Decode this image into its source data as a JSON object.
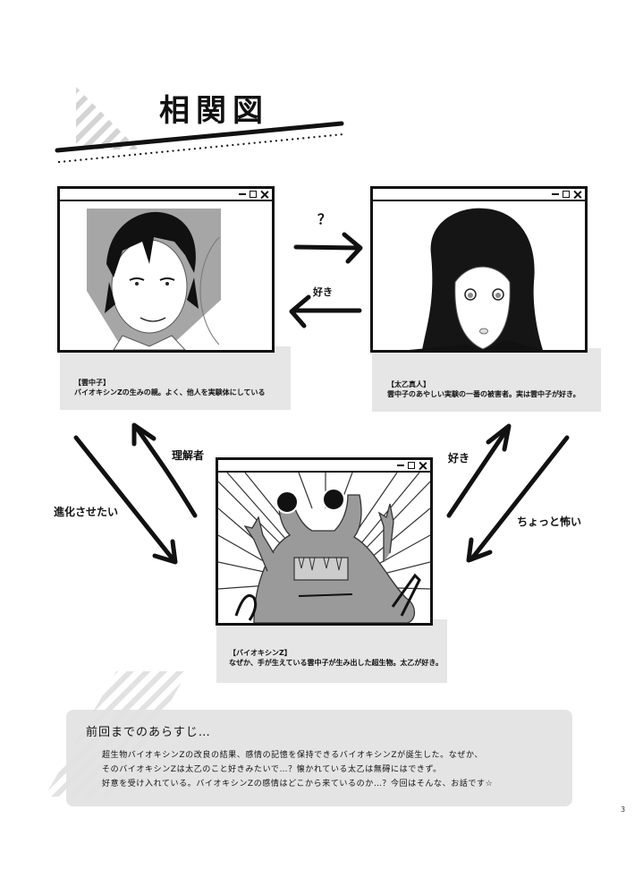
{
  "page": {
    "title": "相関図",
    "page_number": "3"
  },
  "characters": [
    {
      "id": "unchuuko",
      "name": "【雲中子】",
      "description": "バイオキシンZの生みの親。よく、他人を実験体にしている",
      "image_alt": "man-with-dark-hair-portrait"
    },
    {
      "id": "taiotsu",
      "name": "【太乙真人】",
      "description": "雲中子のあやしい実験の一番の被害者。実は雲中子が好き。",
      "image_alt": "person-with-long-dark-hair-portrait"
    },
    {
      "id": "bioxin",
      "name": "【バイオキシンZ】",
      "description": "なぜか、手が生えている雲中子が生み出した超生物。太乙が好き。",
      "image_alt": "slime-monster-with-eye-stalks"
    }
  ],
  "relations": {
    "unchuuko_to_taiotsu": "？",
    "taiotsu_to_unchuuko": "好き",
    "bioxin_to_unchuuko": "理解者",
    "unchuuko_to_bioxin": "進化させたい",
    "bioxin_to_taiotsu": "好き",
    "taiotsu_to_bioxin": "ちょっと怖い"
  },
  "summary": {
    "title": "前回までのあらすじ…",
    "lines": [
      "超生物バイオキシンZの改良の結果、感情の記憶を保持できるバイオキシンZが誕生した。なぜか、",
      "そのバイオキシンZは太乙のこと好きみたいで…？懐かれている太乙は無碍にはできず。",
      "好意を受け入れている。バイオキシンZの感情はどこから来ているのか…？今回はそんな、お話です☆"
    ]
  }
}
